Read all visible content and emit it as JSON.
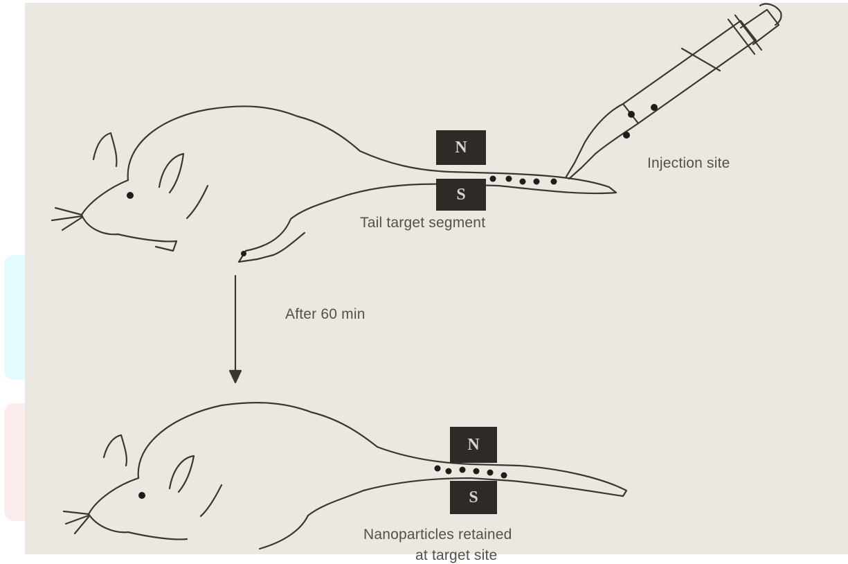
{
  "labels": {
    "injection_site": "Injection site",
    "tail_target": "Tail target segment",
    "after_time": "After 60 min",
    "retained_line1": "Nanoparticles retained",
    "retained_line2": "at target site"
  },
  "magnet": {
    "north": "N",
    "south": "S"
  },
  "colors": {
    "paper": "#ebe7e1",
    "ink": "#3a3631",
    "magnet": "#2e2b27"
  }
}
